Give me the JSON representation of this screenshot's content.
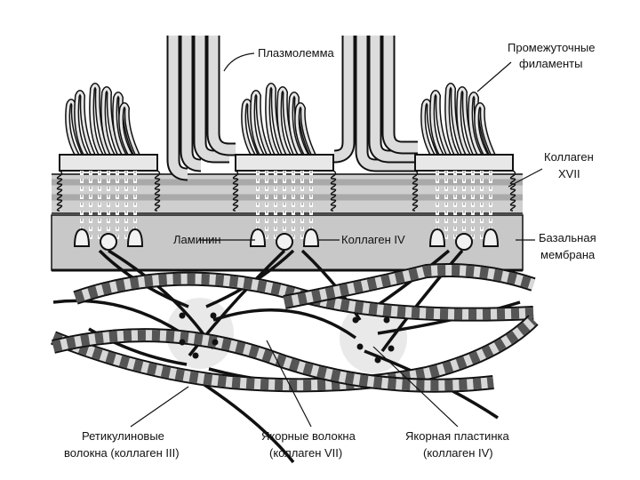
{
  "labels": {
    "plasmolemma": "Плазмолемма",
    "intermediate_filaments": [
      "Промежуточные",
      "филаменты"
    ],
    "collagen_xvii": [
      "Коллаген",
      "XVII"
    ],
    "laminin": "Ламинин",
    "collagen_iv": "Коллаген IV",
    "basal_membrane": [
      "Базальная",
      "мембрана"
    ],
    "reticular_fibers": [
      "Ретикулиновые",
      "волокна (коллаген III)"
    ],
    "anchoring_fibrils": [
      "Якорные волокна",
      "(коллаген VII)"
    ],
    "anchoring_plaque": [
      "Якорная пластинка",
      "(коллаген IV)"
    ]
  },
  "colors": {
    "ink": "#111111",
    "membrane_gray": "#c8c8c8",
    "band_gray": "#a9a9a9",
    "plaque_fill": "#e8e8e8",
    "fiber_dark": "#555555",
    "fiber_light": "#d8d8d8"
  }
}
